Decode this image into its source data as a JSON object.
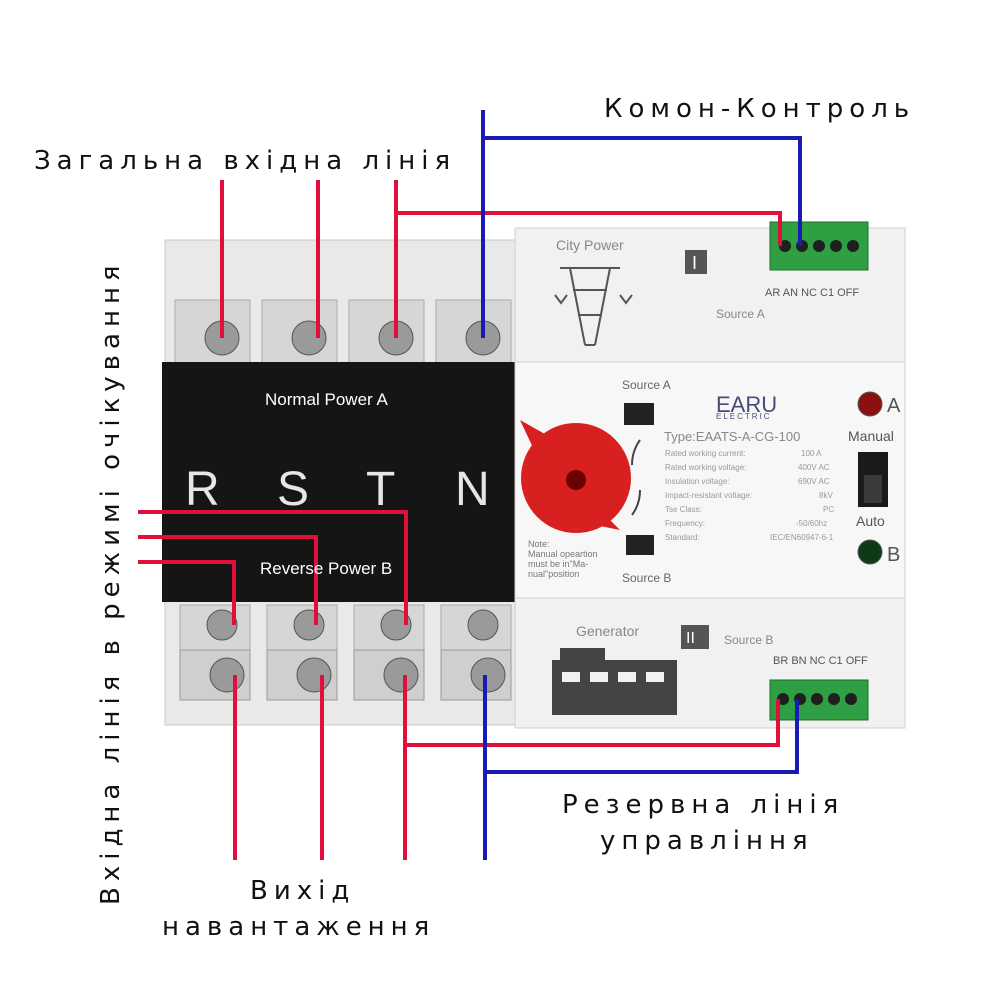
{
  "callouts": {
    "common_input": "Загальна вхідна лінія",
    "common_control": "Комон-Контроль",
    "standby_input": "Вхідна лінія в режимі очікування",
    "load_output_line1": "Вихід",
    "load_output_line2": "навантаження",
    "backup_control_line1": "Резервна лінія",
    "backup_control_line2": "управління"
  },
  "device": {
    "brand": "EARU",
    "brand_sub": "ELECTRIC",
    "normal_power": "Normal Power A",
    "reverse_power": "Reverse Power B",
    "phases": [
      "R",
      "S",
      "T",
      "N"
    ],
    "source_a_top": "Source A",
    "source_b_bottom": "Source B",
    "source_a_module": "Source A",
    "source_b_module": "Source B",
    "city_power": "City Power",
    "generator": "Generator",
    "roman_1": "I",
    "roman_2": "II",
    "terminals_a": "AR AN NC C1 OFF",
    "terminals_b": "BR BN NC C1 OFF",
    "indicator_a": "A",
    "indicator_b": "B",
    "manual": "Manual",
    "auto": "Auto",
    "type": "Type:EAATS-A-CG-100",
    "note_lines": [
      "Note:",
      "Manual opeartion",
      "must be in\"Ma-",
      "nual\"position"
    ],
    "specs": [
      {
        "label": "Rated working current:",
        "value": "100   A"
      },
      {
        "label": "Rated working voltage:",
        "value": "400V AC"
      },
      {
        "label": "Insulation voltage:",
        "value": "690V AC"
      },
      {
        "label": "Impact-resistant voltage:",
        "value": "8kV"
      },
      {
        "label": "Tse Class:",
        "value": "PC"
      },
      {
        "label": "Frequency:",
        "value": "-50/60hz"
      },
      {
        "label": "Standard:",
        "value": "IEC/EN60947-6-1"
      }
    ]
  },
  "colors": {
    "red_wire": "#e0103c",
    "blue_wire": "#1a1ab4",
    "red_handle": "#d92020",
    "terminal_green": "#2ea043",
    "front_black": "#151515"
  }
}
